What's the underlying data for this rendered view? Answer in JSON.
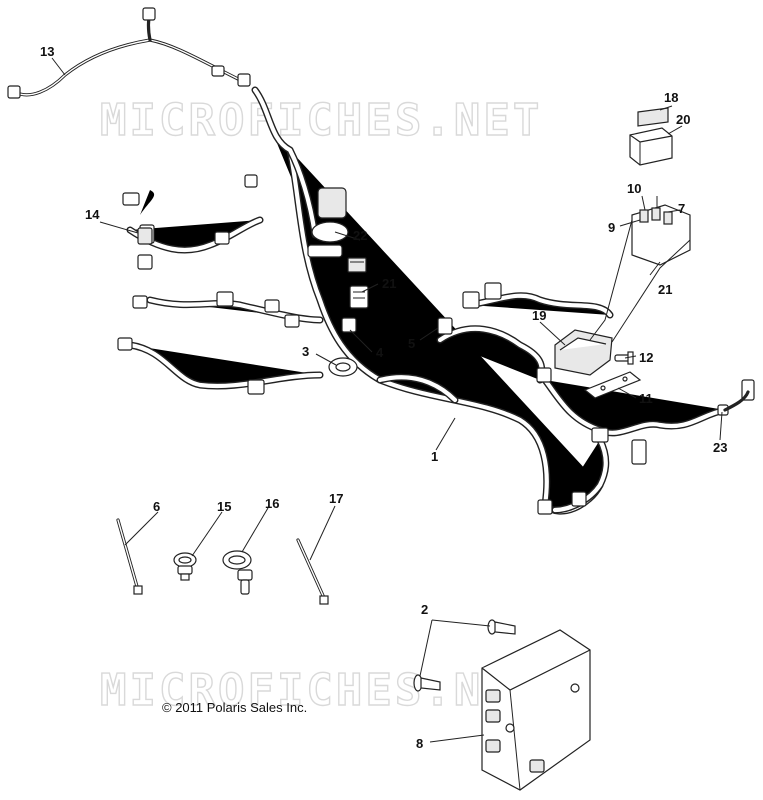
{
  "watermark": {
    "text_top": "MICROFICHES.NET",
    "text_bottom": "MICROFICHES.NET"
  },
  "copyright": "© 2011 Polaris Sales Inc.",
  "callouts": [
    {
      "id": "c1",
      "label": "1"
    },
    {
      "id": "c2",
      "label": "2"
    },
    {
      "id": "c3",
      "label": "3"
    },
    {
      "id": "c4",
      "label": "4"
    },
    {
      "id": "c5",
      "label": "5"
    },
    {
      "id": "c6",
      "label": "6"
    },
    {
      "id": "c7",
      "label": "7"
    },
    {
      "id": "c8",
      "label": "8"
    },
    {
      "id": "c9",
      "label": "9"
    },
    {
      "id": "c10",
      "label": "10"
    },
    {
      "id": "c11",
      "label": "11"
    },
    {
      "id": "c12",
      "label": "12"
    },
    {
      "id": "c13",
      "label": "13"
    },
    {
      "id": "c14",
      "label": "14"
    },
    {
      "id": "c15",
      "label": "15"
    },
    {
      "id": "c16",
      "label": "16"
    },
    {
      "id": "c17",
      "label": "17"
    },
    {
      "id": "c18",
      "label": "18"
    },
    {
      "id": "c19",
      "label": "19"
    },
    {
      "id": "c20",
      "label": "20"
    },
    {
      "id": "c21a",
      "label": "21"
    },
    {
      "id": "c21b",
      "label": "21"
    },
    {
      "id": "c22",
      "label": "22"
    },
    {
      "id": "c23",
      "label": "23"
    }
  ]
}
